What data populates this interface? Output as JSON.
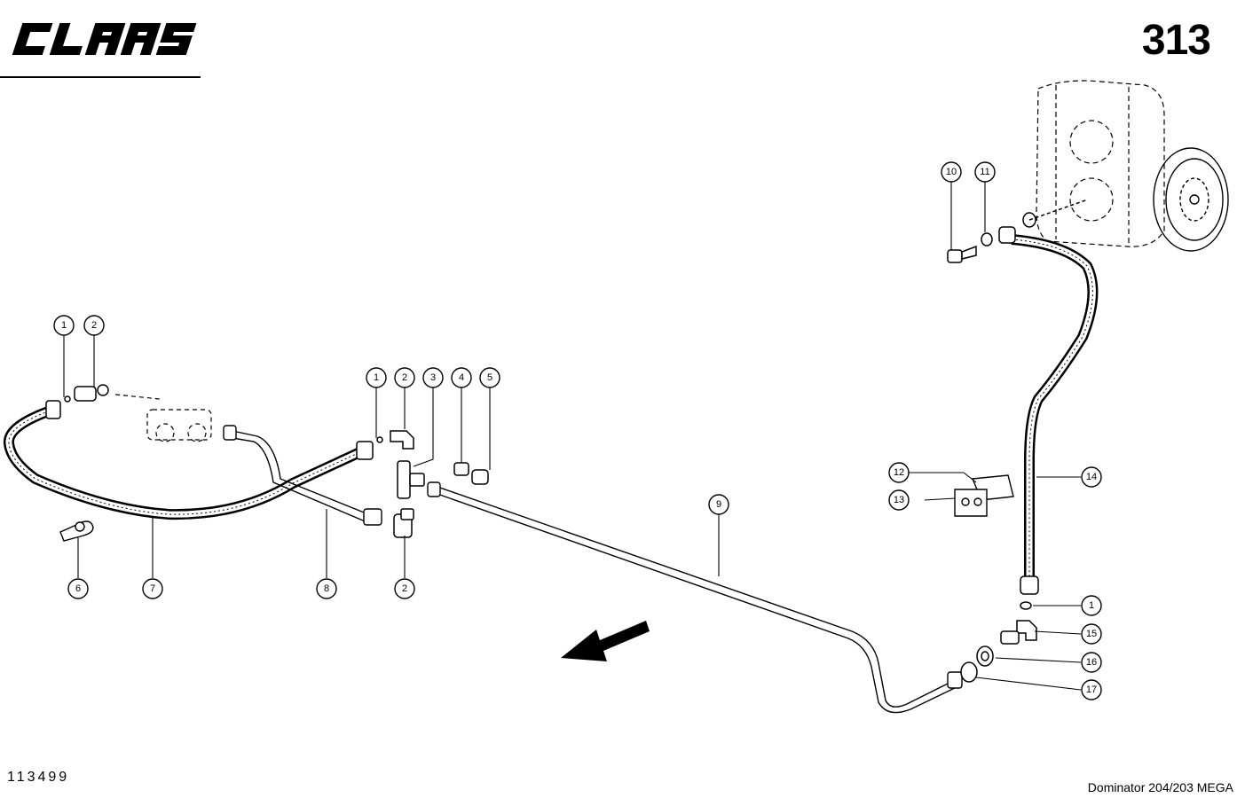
{
  "header": {
    "brand": "CLAAS",
    "page_number": "313"
  },
  "footer": {
    "drawing_id": "113499",
    "model": "Dominator 204/203 MEGA"
  },
  "callouts": [
    {
      "id": "c1a",
      "label": "1"
    },
    {
      "id": "c2a",
      "label": "2"
    },
    {
      "id": "c1b",
      "label": "1"
    },
    {
      "id": "c2b",
      "label": "2"
    },
    {
      "id": "c3",
      "label": "3"
    },
    {
      "id": "c4",
      "label": "4"
    },
    {
      "id": "c5",
      "label": "5"
    },
    {
      "id": "c6",
      "label": "6"
    },
    {
      "id": "c7",
      "label": "7"
    },
    {
      "id": "c8",
      "label": "8"
    },
    {
      "id": "c2c",
      "label": "2"
    },
    {
      "id": "c9",
      "label": "9"
    },
    {
      "id": "c10",
      "label": "10"
    },
    {
      "id": "c11",
      "label": "11"
    },
    {
      "id": "c12",
      "label": "12"
    },
    {
      "id": "c13",
      "label": "13"
    },
    {
      "id": "c14",
      "label": "14"
    },
    {
      "id": "c1c",
      "label": "1"
    },
    {
      "id": "c15",
      "label": "15"
    },
    {
      "id": "c16",
      "label": "16"
    },
    {
      "id": "c17",
      "label": "17"
    }
  ]
}
